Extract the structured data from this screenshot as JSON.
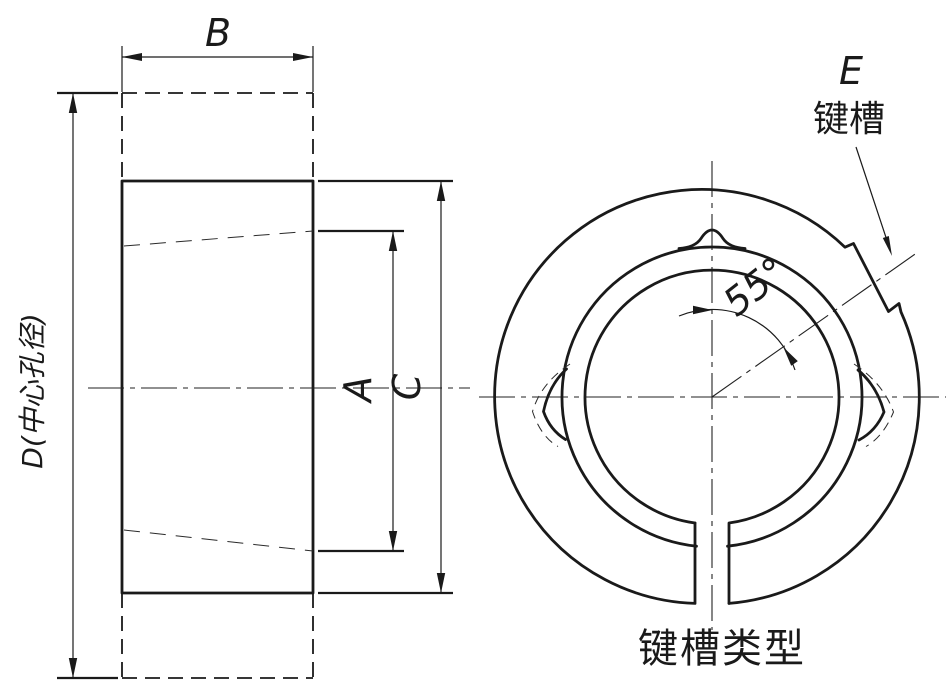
{
  "drawing": {
    "caption": "键槽类型",
    "side_view": {
      "dim_width": "B",
      "dim_bore": "D(中心孔径)",
      "dim_inner": "A",
      "dim_outer": "C"
    },
    "front_view": {
      "angle": "55°",
      "keyway_letter": "E",
      "keyway_label": "键槽"
    },
    "colors": {
      "line": "#1a1a1a",
      "background": "#ffffff"
    }
  }
}
